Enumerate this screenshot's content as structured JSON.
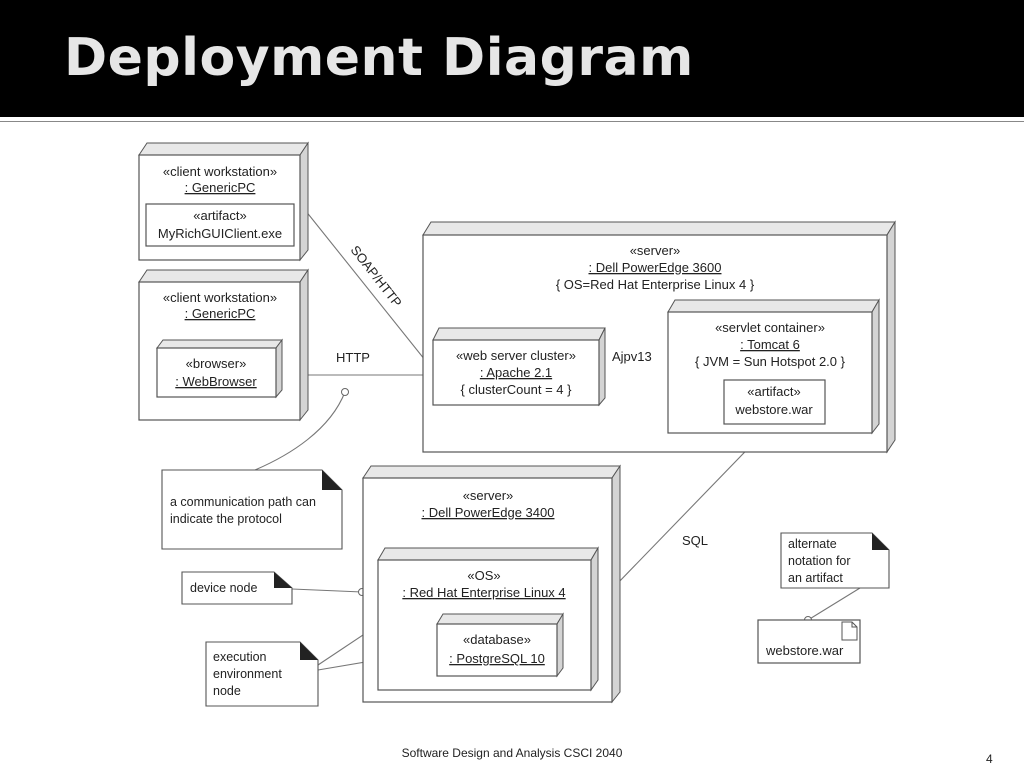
{
  "slide": {
    "title": "Deployment Diagram",
    "footer": "Software Design and Analysis CSCI 2040",
    "page_number": "4"
  },
  "diagram": {
    "client1": {
      "stereotype": "«client workstation»",
      "name": ": GenericPC",
      "artifact": {
        "stereotype": "«artifact»",
        "name": "MyRichGUIClient.exe"
      }
    },
    "client2": {
      "stereotype": "«client workstation»",
      "name": ": GenericPC",
      "browser": {
        "stereotype": "«browser»",
        "name": ": WebBrowser"
      }
    },
    "server1": {
      "stereotype": "«server»",
      "name": ": Dell PowerEdge 3600",
      "property": "{ OS=Red Hat Enterprise Linux 4 }",
      "web_cluster": {
        "stereotype": "«web server cluster»",
        "name": ": Apache 2.1",
        "property": "{ clusterCount = 4 }"
      },
      "servlet": {
        "stereotype": "«servlet container»",
        "name": ": Tomcat 6",
        "property": "{ JVM = Sun Hotspot 2.0 }",
        "artifact": {
          "stereotype": "«artifact»",
          "name": "webstore.war"
        }
      }
    },
    "server2": {
      "stereotype": "«server»",
      "name": ": Dell PowerEdge 3400",
      "os": {
        "stereotype": "«OS»",
        "name": ": Red Hat Enterprise Linux 4"
      },
      "database": {
        "stereotype": "«database»",
        "name": ": PostgreSQL 10"
      }
    },
    "paths": {
      "soap": "SOAP/HTTP",
      "http": "HTTP",
      "ajp": "Ajpv13",
      "sql": "SQL"
    },
    "notes": {
      "comm_path": [
        "a communication path can",
        "indicate the protocol"
      ],
      "device_node": "device node",
      "exec_env": [
        "execution",
        "environment",
        "node"
      ],
      "alt_notation": [
        "alternate",
        "notation for",
        "an artifact"
      ],
      "war_file": "webstore.war"
    }
  }
}
